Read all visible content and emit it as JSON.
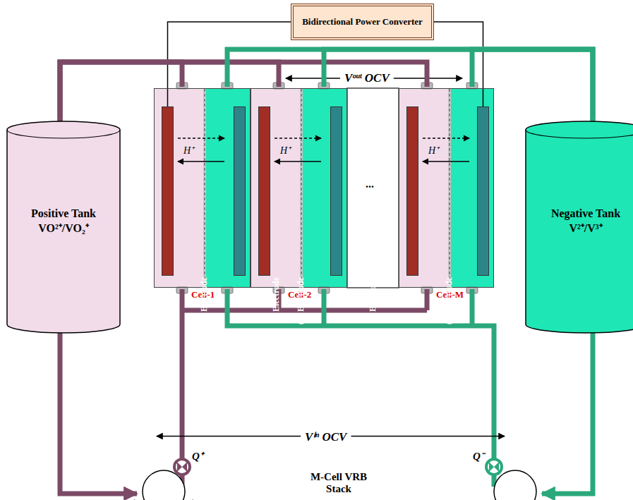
{
  "diagram": {
    "nodes": [
      {
        "text": [
          "Bidirectional Power Converter"
        ]
      },
      {
        "text": [
          "Positive Tank",
          "VO²⁺/VO₂⁺"
        ]
      },
      {
        "text": [
          "Cell-1"
        ]
      },
      {
        "text": [
          "(+) Electrode"
        ],
        "in": 2
      },
      {
        "text": [
          "(-) Electrode"
        ],
        "in": 2
      },
      {
        "text": [
          "Cell-2"
        ]
      },
      {
        "text": [
          "(+) Electrode"
        ],
        "in": 5
      },
      {
        "text": [
          "(-) Electrode"
        ],
        "in": 5
      },
      {
        "text": [
          "Cell-M"
        ]
      },
      {
        "text": [
          "(+) Electrode"
        ],
        "in": 8
      },
      {
        "text": [
          "(-) Electrode"
        ],
        "in": 8
      },
      {
        "text": [
          "Negative Tank",
          "V²⁺/V³⁺"
        ]
      }
    ],
    "edges": [
      {
        "from": 0,
        "to": 3,
        "arrow": "none"
      },
      {
        "from": 0,
        "to": 10,
        "arrow": "none"
      },
      {
        "from": 1,
        "to": 2,
        "arrow": "none"
      },
      {
        "from": 1,
        "to": 5,
        "arrow": "none"
      },
      {
        "from": 1,
        "to": 8,
        "arrow": "none"
      },
      {
        "from": 11,
        "to": 2,
        "arrow": "none"
      },
      {
        "from": 11,
        "to": 5,
        "arrow": "none"
      },
      {
        "from": 11,
        "to": 8,
        "arrow": "none"
      }
    ],
    "labels": [
      "Vᵒᵘᵗ OCV",
      "H⁺",
      "H⁺",
      "H⁺",
      "...",
      "Vⁱⁿ OCV",
      "Q⁺",
      "Q⁻",
      "M-Cell VRB Stack"
    ]
  }
}
